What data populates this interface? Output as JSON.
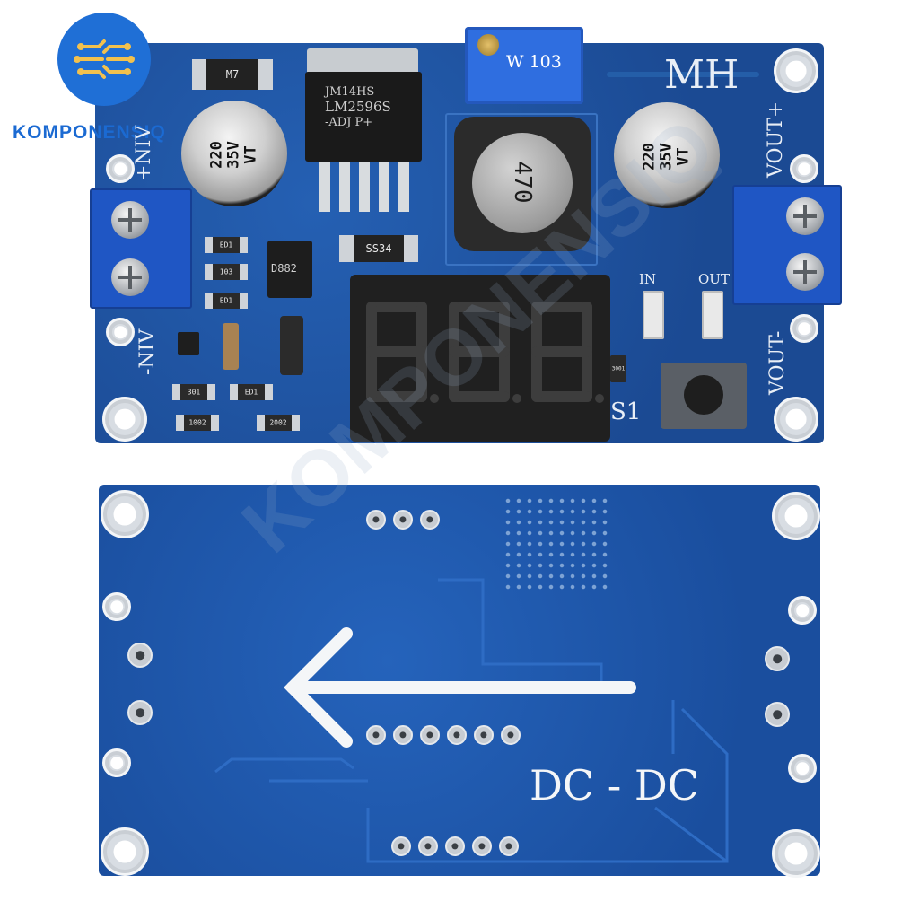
{
  "brand": {
    "logo_text": "KOMPONENSIQ"
  },
  "watermark": {
    "text": "KOMPONENSIQ"
  },
  "top_board": {
    "silkscreen": {
      "maker": "MH",
      "vin_plus": "+NIV",
      "vin_minus": "-NIV",
      "vout_plus": "VOUT+",
      "vout_minus": "VOUT-",
      "led_in": "IN",
      "led_out": "OUT",
      "switch": "S1"
    },
    "chip": {
      "line1": "JM14HS",
      "line2": "LM2596S",
      "line3": "-ADJ  P+"
    },
    "inductor": "470",
    "potentiometer": "W 103",
    "capacitor_left": {
      "line1": "220",
      "line2": "35V",
      "line3": "VT"
    },
    "capacitor_right": {
      "line1": "220",
      "line2": "35V",
      "line3": "VT"
    },
    "diode": "SS34",
    "transistor": "D882",
    "smd_top": "M7",
    "resistors": [
      "ED1",
      "103",
      "ED1",
      "ED1",
      "301",
      "1002",
      "2002",
      "3001"
    ],
    "display_digits": "888"
  },
  "bottom_board": {
    "silkscreen": {
      "label": "DC - DC"
    }
  }
}
